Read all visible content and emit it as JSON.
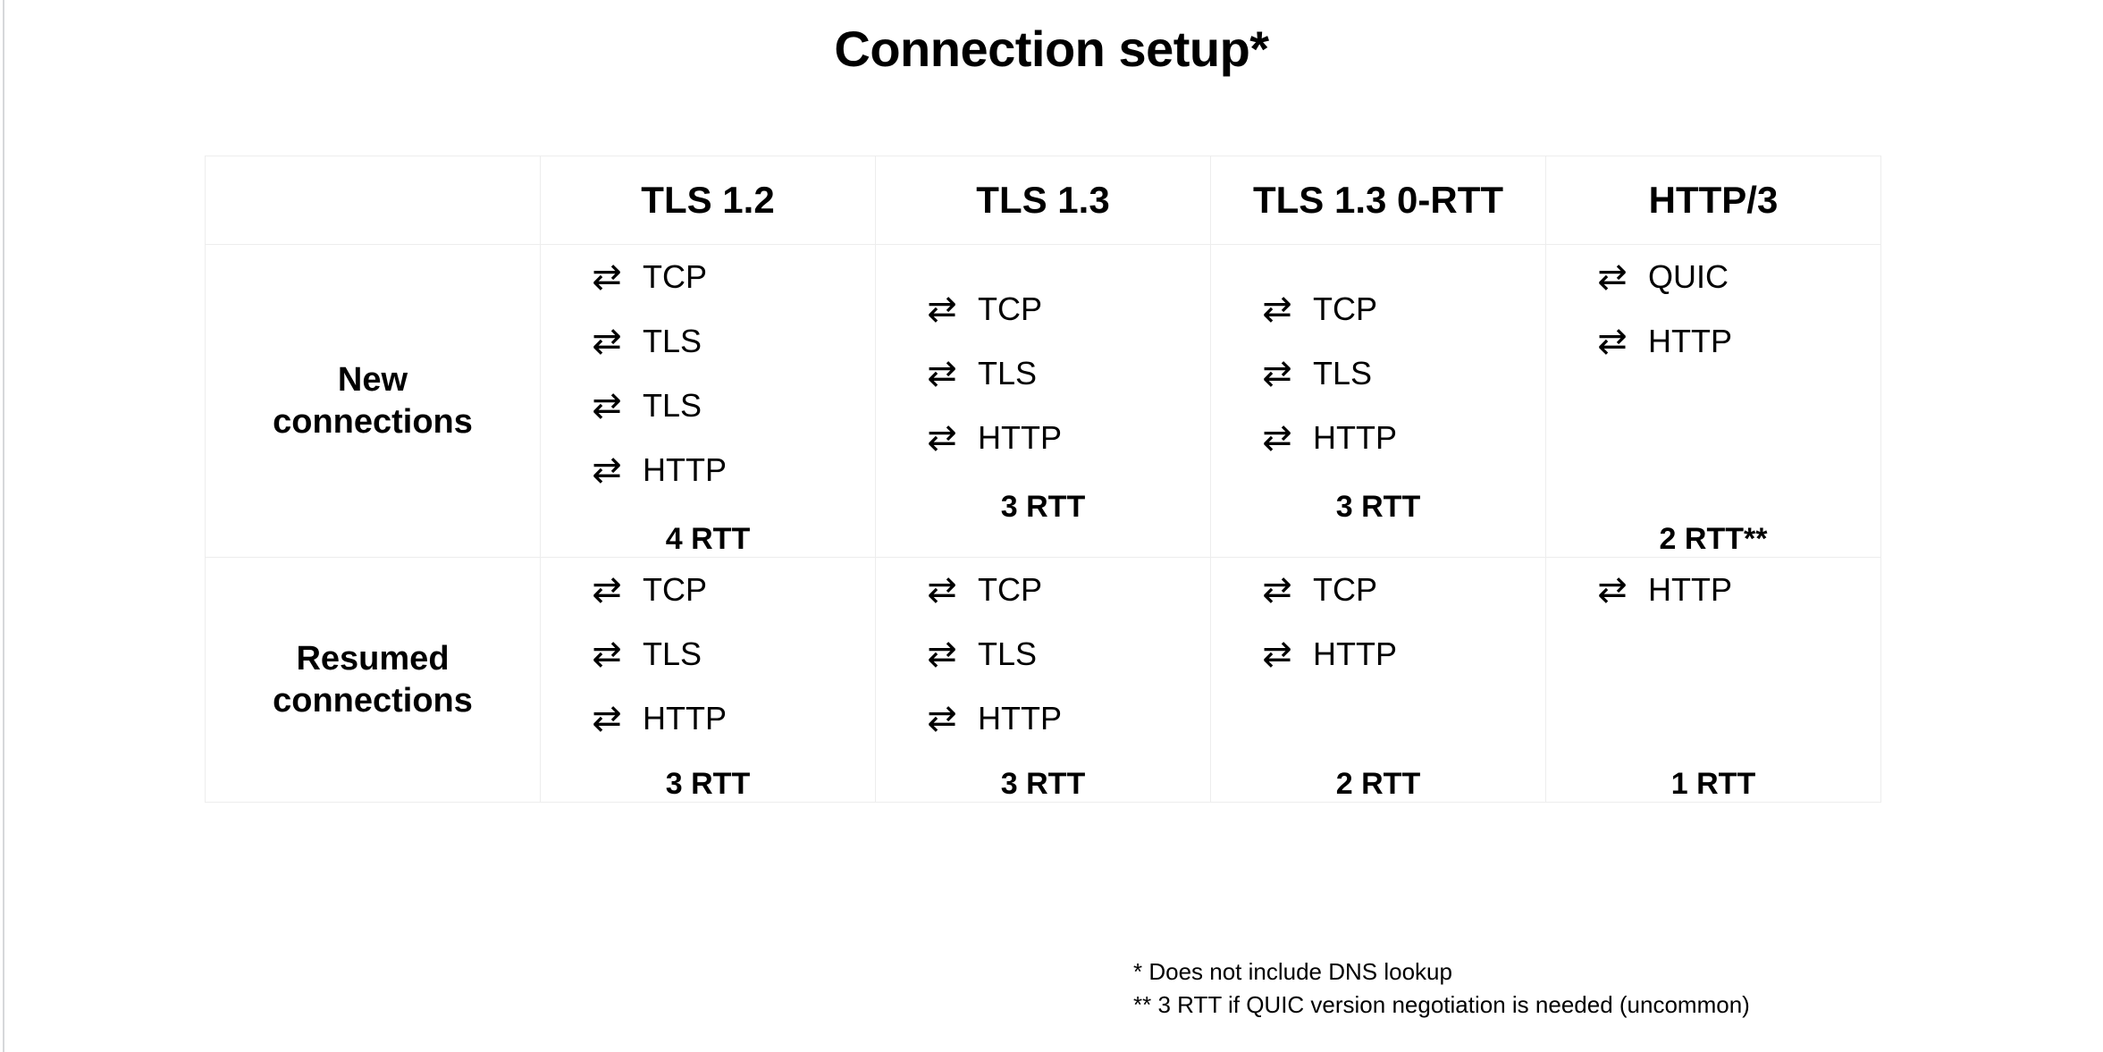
{
  "slide": {
    "title": "Connection setup*",
    "background_color": "#ffffff",
    "text_color": "#000000",
    "border_color": "#ededed"
  },
  "table": {
    "corner_label": "",
    "column_headers": [
      "TLS 1.2",
      "TLS 1.3",
      "TLS 1.3 0-RTT",
      "HTTP/3"
    ],
    "roundtrip_icon": "round-trip-arrows-icon",
    "roundtrip_glyph": "⇄",
    "rows": [
      {
        "label_line1": "New",
        "label_line2": "connections",
        "cells": [
          {
            "steps": [
              "TCP",
              "TLS",
              "TLS",
              "HTTP"
            ],
            "rtt": "4 RTT"
          },
          {
            "steps": [
              "TCP",
              "TLS",
              "HTTP"
            ],
            "rtt": "3 RTT"
          },
          {
            "steps": [
              "TCP",
              "TLS",
              "HTTP"
            ],
            "rtt": "3 RTT"
          },
          {
            "steps": [
              "QUIC",
              "HTTP"
            ],
            "rtt": "2 RTT**"
          }
        ]
      },
      {
        "label_line1": "Resumed",
        "label_line2": "connections",
        "cells": [
          {
            "steps": [
              "TCP",
              "TLS",
              "HTTP"
            ],
            "rtt": "3 RTT"
          },
          {
            "steps": [
              "TCP",
              "TLS",
              "HTTP"
            ],
            "rtt": "3 RTT"
          },
          {
            "steps": [
              "TCP",
              "HTTP"
            ],
            "rtt": "2 RTT"
          },
          {
            "steps": [
              "HTTP"
            ],
            "rtt": "1 RTT"
          }
        ]
      }
    ]
  },
  "footnotes": [
    "* Does not include DNS lookup",
    "** 3 RTT if QUIC version negotiation is needed (uncommon)"
  ]
}
